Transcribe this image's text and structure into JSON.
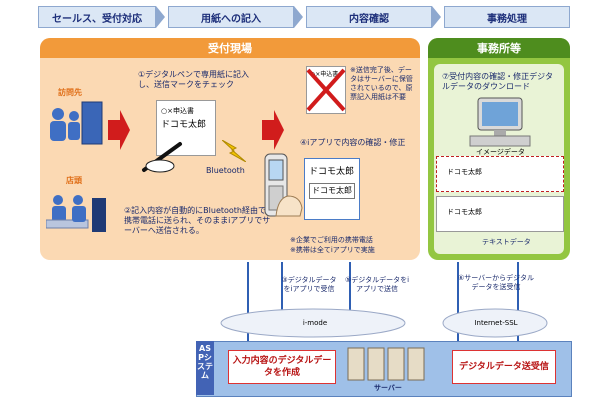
{
  "steps": [
    "セールス、受付対応",
    "用紙への記入",
    "内容確認",
    "事務処理"
  ],
  "panels": {
    "reception": "受付現場",
    "office": "事務所等"
  },
  "left_labels": {
    "visit": "訪問先",
    "store": "店頭"
  },
  "notes": {
    "step1": "①デジタルペンで専用紙に記入し、送信マークをチェック",
    "step2": "②記入内容が自動的にBluetooth経由で携帯電話に送られ、そのままiアプリでサーバーへ送信される。",
    "bluetooth": "Bluetooth",
    "step4": "④iアプリで内容の確認・修正",
    "no_paper": "※送信完了後、データはサーバーに保管されているので、原票記入用紙は不要",
    "phone_note1": "※企業でご利用の携帯電話",
    "phone_note2": "※携帯は全てiアプリで実施",
    "step7": "⑦受付内容の確認・修正デジタルデータのダウンロード",
    "image_data": "イメージデータ",
    "text_data": "テキストデータ",
    "step3": "③デジタルデータをiアプリで受信",
    "step5": "⑤デジタルデータをiアプリで送信",
    "step6": "⑥サーバーからデジタルデータを送受信",
    "imode": "i-mode",
    "ssl": "Internet-SSL",
    "asp": "ASPシステム",
    "create": "入力内容のデジタルデータを作成",
    "server": "サーバー",
    "send_recv": "デジタルデータ送受信"
  },
  "form": {
    "title": "○×申込書",
    "name": "ドコモ太郎"
  },
  "colors": {
    "orange": "#f29a3a",
    "green": "#4e8d1e",
    "blue": "#4263b5",
    "red": "#d11c1c"
  }
}
